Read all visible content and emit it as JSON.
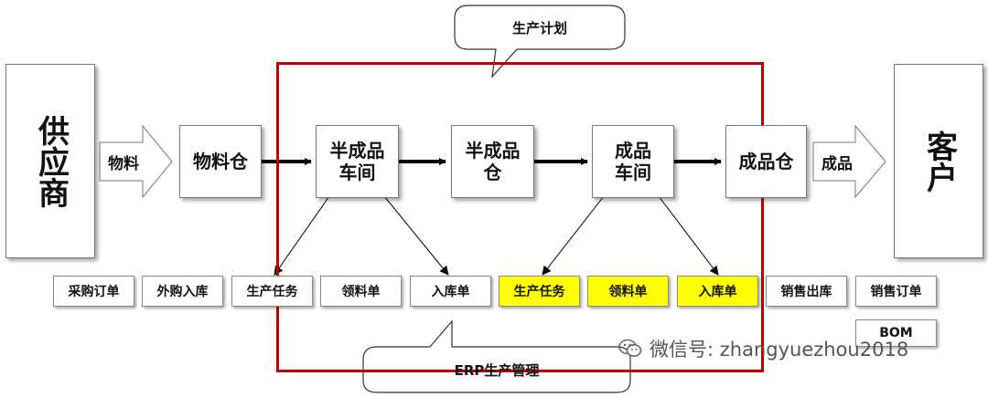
{
  "nodes": {
    "supplier": "供应商",
    "customer": "客户",
    "material_warehouse": "物料仓",
    "semi_workshop": [
      "半成品",
      "车间"
    ],
    "semi_warehouse": [
      "半成品",
      "仓"
    ],
    "product_workshop": [
      "成品",
      "车间"
    ],
    "product_warehouse": "成品仓"
  },
  "flows": {
    "materials": "物料",
    "products": "成品"
  },
  "callouts": {
    "production_plan": "生产计划",
    "erp": "ERP生产管理"
  },
  "documents": [
    {
      "label": "采购订单",
      "highlight": false
    },
    {
      "label": "外购入库",
      "highlight": false
    },
    {
      "label": "生产任务",
      "highlight": false
    },
    {
      "label": "领料单",
      "highlight": false
    },
    {
      "label": "入库单",
      "highlight": false
    },
    {
      "label": "生产任务",
      "highlight": true
    },
    {
      "label": "领料单",
      "highlight": true
    },
    {
      "label": "入库单",
      "highlight": true
    },
    {
      "label": "销售出库",
      "highlight": false
    },
    {
      "label": "销售订单",
      "highlight": false
    }
  ],
  "bom": "BOM",
  "watermark": "微信号: zhangyuezhou2018",
  "colors": {
    "erp_frame": "#c00000",
    "highlight": "#ffff00"
  }
}
